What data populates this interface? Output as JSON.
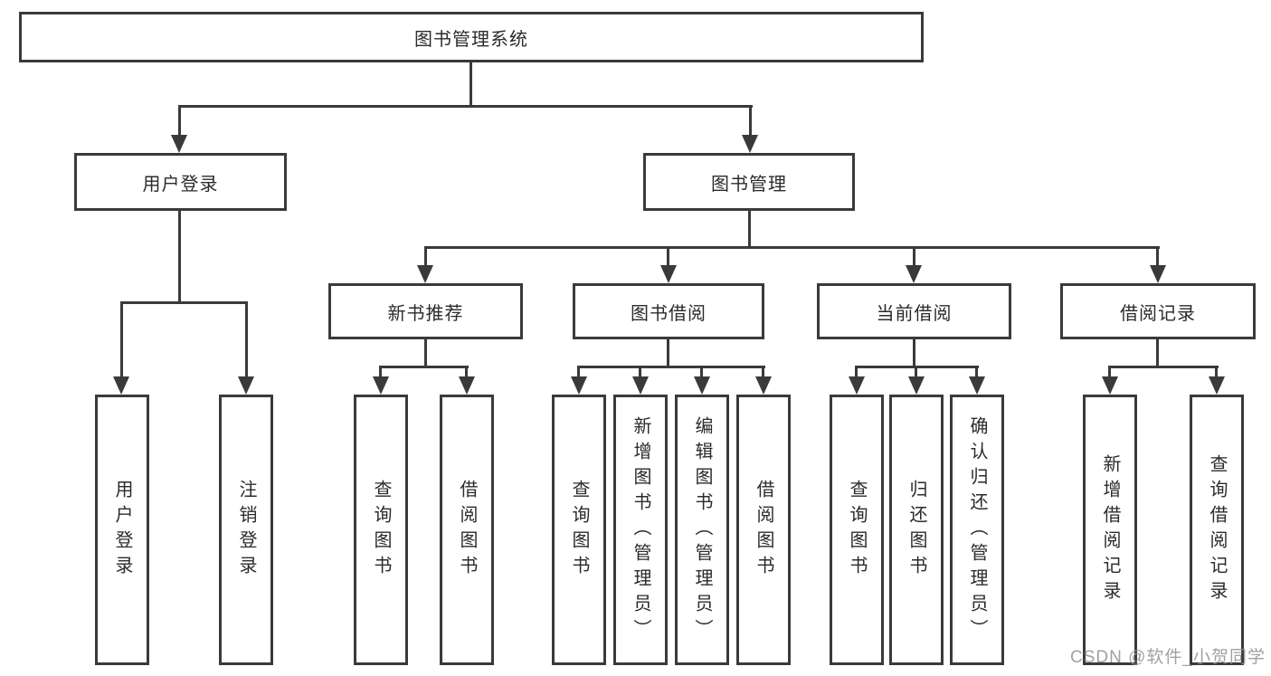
{
  "title": {
    "label": "图书管理系统"
  },
  "branches": [
    {
      "label": "用户登录",
      "children": [
        {
          "label": "用户登录"
        },
        {
          "label": "注销登录"
        }
      ]
    },
    {
      "label": "图书管理",
      "sections": [
        {
          "label": "新书推荐",
          "children": [
            {
              "label": "查询图书"
            },
            {
              "label": "借阅图书"
            }
          ]
        },
        {
          "label": "图书借阅",
          "children": [
            {
              "label": "查询图书"
            },
            {
              "label": "新增图书（管理员）"
            },
            {
              "label": "编辑图书（管理员）"
            },
            {
              "label": "借阅图书"
            }
          ]
        },
        {
          "label": "当前借阅",
          "children": [
            {
              "label": "查询图书"
            },
            {
              "label": "归还图书"
            },
            {
              "label": "确认归还（管理员）"
            }
          ]
        },
        {
          "label": "借阅记录",
          "children": [
            {
              "label": "新增借阅记录"
            },
            {
              "label": "查询借阅记录"
            }
          ]
        }
      ]
    }
  ],
  "watermark": "CSDN @软件_小贺同学",
  "colors": {
    "line": "#3a3a3a",
    "box_border": "#3a3a3a",
    "box_fill": "#ffffff",
    "text": "#2b2b2b",
    "watermark": "#919191",
    "background": "#ffffff"
  }
}
